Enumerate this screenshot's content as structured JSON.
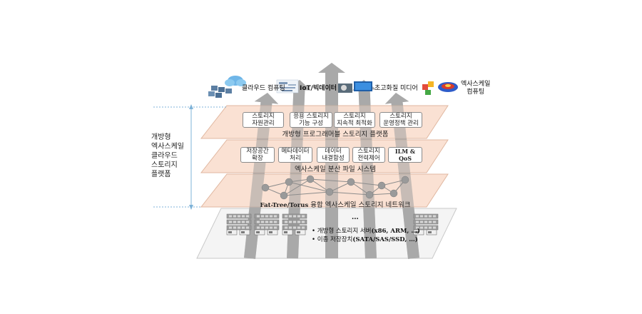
{
  "side_label": "개방형\n엑사스케일\n클라우드\n스토리지\n플랫폼",
  "top_apps": [
    {
      "label": "클라우드 컴퓨팅",
      "icon": "cloud-computing-icon"
    },
    {
      "label": "IoT/빅데이터",
      "icon": "iot-bigdata-icon"
    },
    {
      "label": "초고화질 미디어",
      "icon": "uhd-media-icon"
    },
    {
      "label": "엑사스케일\n컴퓨팅",
      "icon": "exascale-computing-icon"
    }
  ],
  "layer1": {
    "title": "개방형 프로그래머블 스토리지 플랫폼",
    "boxes": [
      "스토리지\n자원관리",
      "응용 스토리지\n기능 구성",
      "스토리지\n지속적 최적화",
      "스토리지\n운영정책 관리"
    ]
  },
  "layer2": {
    "title": "엑사스케일 분산 파일 시스템",
    "boxes": [
      "저장공간\n확장",
      "메타데이터\n처리",
      "데이터\n내결함성",
      "스토리지\n전력제어",
      "ILM & QoS"
    ]
  },
  "layer3": {
    "title_bold": "Fat-Tree/Torus",
    "title_rest": " 융합 엑사스케일 스토리지 네트워크"
  },
  "layer4": {
    "ellipsis": "...",
    "bullets": [
      {
        "prefix": "• 개방형 스토리지 서버",
        "bold": "(x86, ARM, …)"
      },
      {
        "prefix": "• 이종 저장장치",
        "bold": "(SATA/SAS/SSD, …)"
      }
    ]
  },
  "colors": {
    "layer_fill": "#f9dccb",
    "layer_stroke": "#e0b7a0",
    "arrow": "#a9a9a9",
    "bracket": "#7fb3d8",
    "node": "#9a9a9a"
  }
}
